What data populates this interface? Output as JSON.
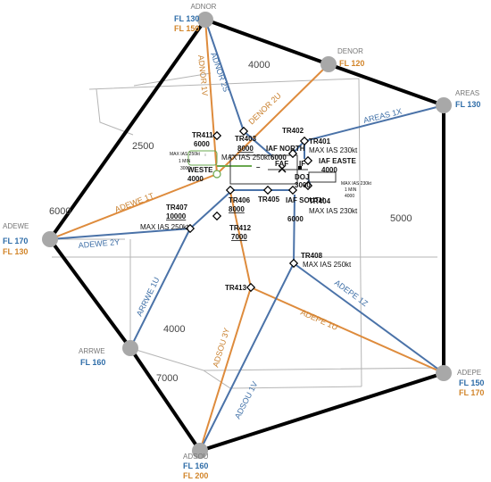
{
  "colors": {
    "blue": "#4a72a8",
    "orange": "#de8b3c",
    "green": "#6aa84f",
    "grid": "#b5b5b5",
    "boundary": "#000000",
    "point": "#a8a8a8"
  },
  "entry_points": {
    "adnor": {
      "name": "ADNOR",
      "fl1": "FL 130",
      "fl2": "FL 150"
    },
    "denor": {
      "name": "DENOR",
      "fl1": "FL 120"
    },
    "areas": {
      "name": "AREAS",
      "fl1": "FL 130"
    },
    "adepe": {
      "name": "ADEPE",
      "fl1": "FL 150",
      "fl2": "FL 170"
    },
    "adsou": {
      "name": "ADSOU",
      "fl1": "FL 160",
      "fl2": "FL 200"
    },
    "arrwe": {
      "name": "ARRWE",
      "fl1": "FL 160"
    },
    "adewe": {
      "name": "ADEWE",
      "fl1": "FL 170",
      "fl2": "FL 130"
    }
  },
  "routes": {
    "adnor_2s": "ADNOR 2S",
    "adnor_1v": "ADNOR 1V",
    "denor_2u": "DENOR 2U",
    "areas_1x": "AREAS 1X",
    "adewe_1t": "ADEWE 1T",
    "adewe_2y": "ADEWE 2Y",
    "arrwe_1u": "ARRWE 1U",
    "adsou_3y": "ADSOU 3Y",
    "adsou_1v": "ADSOU 1V",
    "adepe_1z": "ADEPE 1Z",
    "adepe_1u": "ADEPE 1U"
  },
  "sectors": {
    "s4000_top": "4000",
    "s2500": "2500",
    "s6000": "6000",
    "s5000": "5000",
    "s4000_low": "4000",
    "s7000": "7000"
  },
  "fixes": {
    "tr411": {
      "name": "TR411",
      "alt": "6000"
    },
    "tr403": {
      "name": "TR403",
      "alt": "8000",
      "restr": "MAX IAS 250kt"
    },
    "tr402": {
      "name": "TR402"
    },
    "tr401": {
      "name": "TR401",
      "restr": "MAX IAS 230kt"
    },
    "iaf_north": {
      "name": "IAF NORTH",
      "alt": "6000"
    },
    "iaf_easte": {
      "name": "IAF EASTE",
      "alt": "4000"
    },
    "weste": {
      "name": "WESTE",
      "alt": "4000"
    },
    "faf": {
      "name": "FAF"
    },
    "if": {
      "name": "IF"
    },
    "doj": {
      "name": "DOJ",
      "alt": "3000"
    },
    "tr407": {
      "name": "TR407",
      "alt": "10000",
      "restr": "MAX IAS 250kt"
    },
    "tr406": {
      "name": "TR406",
      "alt": "8000"
    },
    "tr405": {
      "name": "TR405"
    },
    "iaf_south": {
      "name": "IAF SOUTH",
      "alt": "6000"
    },
    "tr404": {
      "name": "TR404",
      "restr": "MAX IAS 230kt"
    },
    "tr412": {
      "name": "TR412",
      "alt": "7000"
    },
    "tr408": {
      "name": "TR408",
      "restr": "MAX IAS 250kt"
    },
    "tr413": {
      "name": "TR413"
    }
  },
  "holding": {
    "west": {
      "restr": "MAX IAS 250kt",
      "time": "1 MIN",
      "alt": "3000"
    },
    "east": {
      "restr": "MAX IAS 230kt",
      "time": "1 MIN",
      "alt": "4000"
    }
  },
  "runway_marker": "–"
}
